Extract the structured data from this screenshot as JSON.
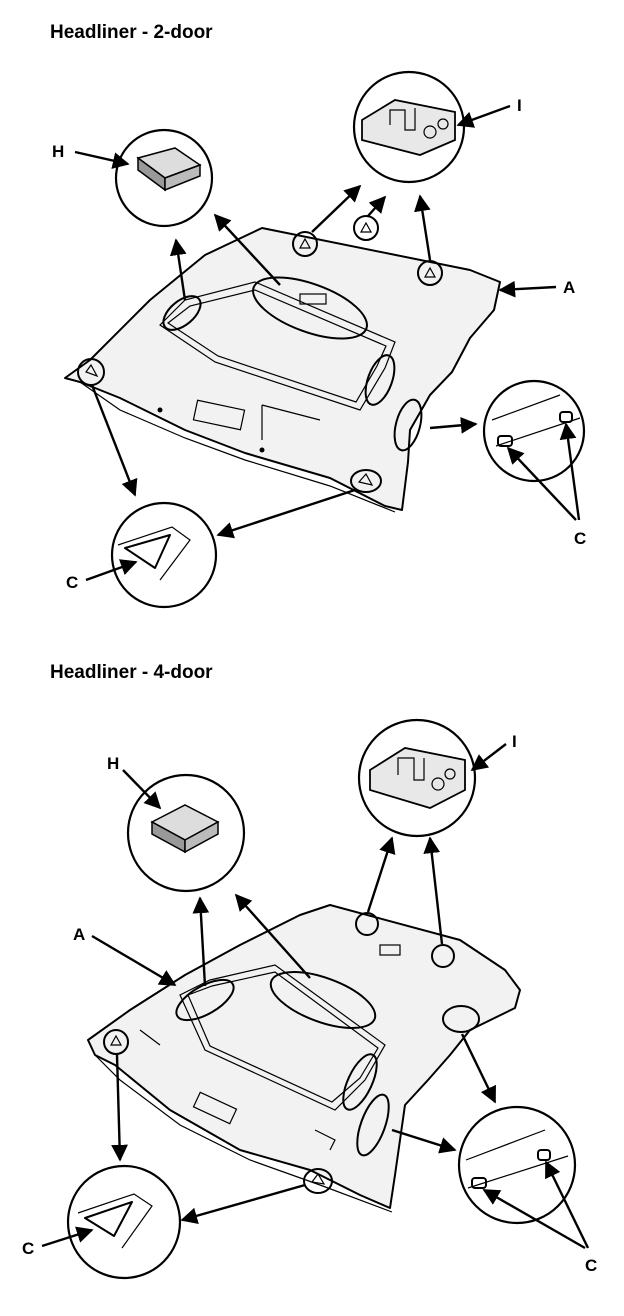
{
  "titles": {
    "two_door": "Headliner - 2-door",
    "four_door": "Headliner - 4-door"
  },
  "labels": {
    "two_door": {
      "a": "A",
      "c_left": "C",
      "c_right": "C",
      "h": "H",
      "i": "I"
    },
    "four_door": {
      "a": "A",
      "c_left": "C",
      "c_right": "C",
      "h": "H",
      "i": "I"
    }
  }
}
